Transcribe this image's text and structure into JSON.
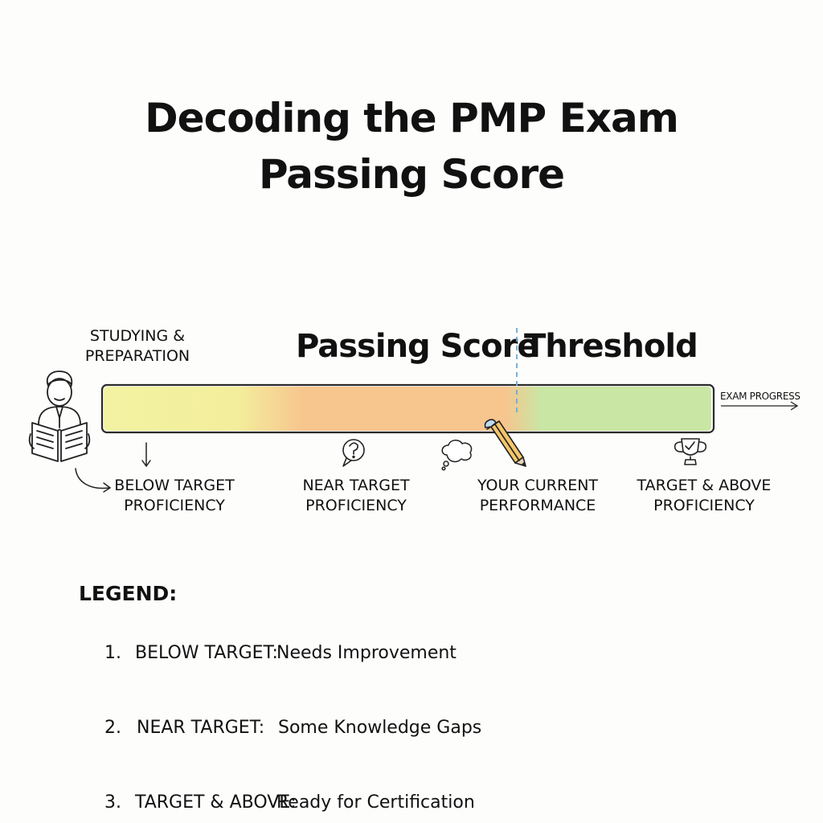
{
  "title": {
    "line1": "Decoding the PMP Exam",
    "line2": "Passing Score"
  },
  "studying_label": {
    "line1": "STUDYING &",
    "line2": "PREPARATION"
  },
  "threshold": {
    "left": "Passing Score",
    "right": "Threshold"
  },
  "exam_progress_label": "EXAM PROGRESS",
  "zones": [
    {
      "line1": "BELOW TARGET",
      "line2": "PROFICIENCY"
    },
    {
      "line1": "NEAR TARGET",
      "line2": "PROFICIENCY"
    },
    {
      "line1": "YOUR CURRENT",
      "line2": "PERFORMANCE"
    },
    {
      "line1": "TARGET & ABOVE",
      "line2": "PROFICIENCY"
    }
  ],
  "icons": [
    "student-reading-icon",
    "down-arrow-icon",
    "curved-arrow-icon",
    "question-bubble-icon",
    "thought-cloud-icon",
    "pencil-icon",
    "trophy-icon"
  ],
  "bar_colors": {
    "below": "#f2f3a2",
    "near": "#f7c58e",
    "above": "#c9e6a4",
    "threshold_line": "#6aa8d8"
  },
  "legend": {
    "title": "LEGEND:",
    "items": [
      {
        "num": "1.",
        "key": "BELOW TARGET:",
        "desc": "Needs Improvement"
      },
      {
        "num": "2.",
        "key": "NEAR TARGET:",
        "desc": "Some Knowledge Gaps"
      },
      {
        "num": "3.",
        "key": "TARGET & ABOVE:",
        "desc": "Ready for Certification"
      }
    ]
  }
}
